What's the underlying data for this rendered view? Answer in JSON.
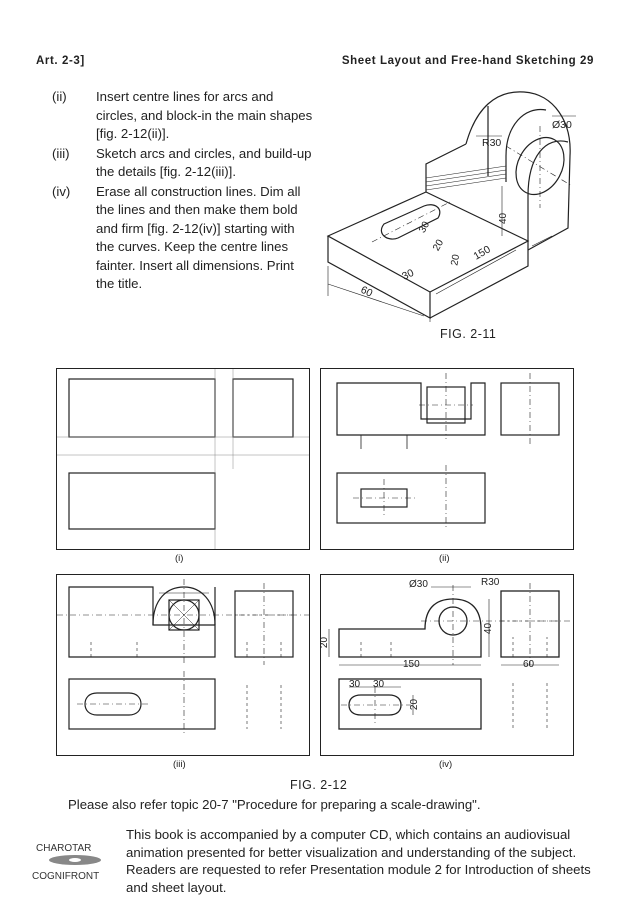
{
  "header": {
    "left": "Art. 2-3]",
    "right": "Sheet Layout and Free-hand Sketching 29"
  },
  "steps": [
    {
      "num": "(ii)",
      "text": "Insert centre lines for arcs and circles, and block-in the main shapes [fig. 2-12(ii)]."
    },
    {
      "num": "(iii)",
      "text": "Sketch arcs and circles, and build-up the details [fig. 2-12(iii)]."
    },
    {
      "num": "(iv)",
      "text": "Erase all construction lines. Dim all the lines and then make them bold and firm [fig. 2-12(iv)] starting with the curves. Keep the centre lines fainter. Insert all dimensions. Print the title."
    }
  ],
  "fig211": {
    "caption": "FIG. 2-11",
    "dims": {
      "dia": "Ø30",
      "radius": "R30",
      "height40": "40",
      "slot": "30",
      "slot_w": "20",
      "thick": "20",
      "length": "150",
      "offset": "30",
      "width": "60"
    }
  },
  "fig212": {
    "caption": "FIG. 2-12",
    "panels": [
      {
        "label": "(i)"
      },
      {
        "label": "(ii)"
      },
      {
        "label": "(iii)"
      },
      {
        "label": "(iv)"
      }
    ],
    "dims_iv": {
      "dia": "Ø30",
      "radius": "R30",
      "h20": "20",
      "h40": "40",
      "length": "150",
      "width": "60",
      "slot_a": "30",
      "slot_b": "30",
      "slot_w": "20"
    }
  },
  "note": "Please also refer topic 20-7 \"Procedure for preparing a scale-drawing\".",
  "logo": {
    "top": "CHAROTAR",
    "bottom": "COGNIFRONT"
  },
  "cd_text": "This book is accompanied by a computer CD, which contains an audiovisual animation presented for better visualization and understanding of the subject. Readers are requested to refer Presentation module 2 for Introduction of sheets and sheet layout."
}
